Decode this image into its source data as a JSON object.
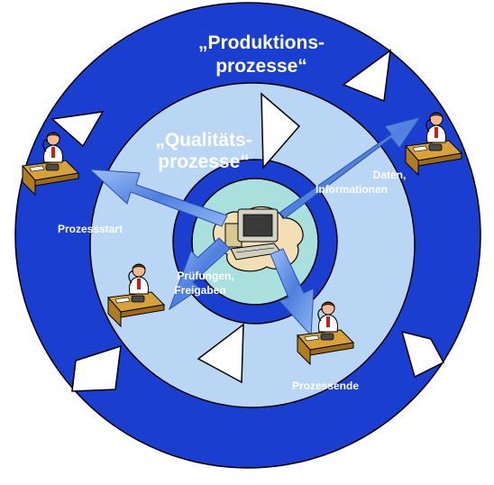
{
  "outer_ring": {
    "title_line1": "„Produktions-",
    "title_line2": "prozesse“"
  },
  "middle_ring": {
    "title_line1": "„Qualitäts-",
    "title_line2": "prozesse“"
  },
  "labels": {
    "process_start": "Prozessstart",
    "data_line1": "Daten,",
    "data_line2": "Informationen",
    "checks_line1": "Prüfungen,",
    "checks_line2": "Freigaben",
    "process_end": "Prozessende"
  },
  "colors": {
    "outer_ring": "#1a3fd0",
    "middle_ring": "#b9d6f5",
    "inner_ring": "#1a3fd0",
    "core": "#a9e0dd",
    "arrow": "#6f9eea",
    "cloud": "#f3dfb3"
  },
  "icons": {
    "computer": "computer-icon",
    "worker": "worker-at-desk-icon"
  }
}
